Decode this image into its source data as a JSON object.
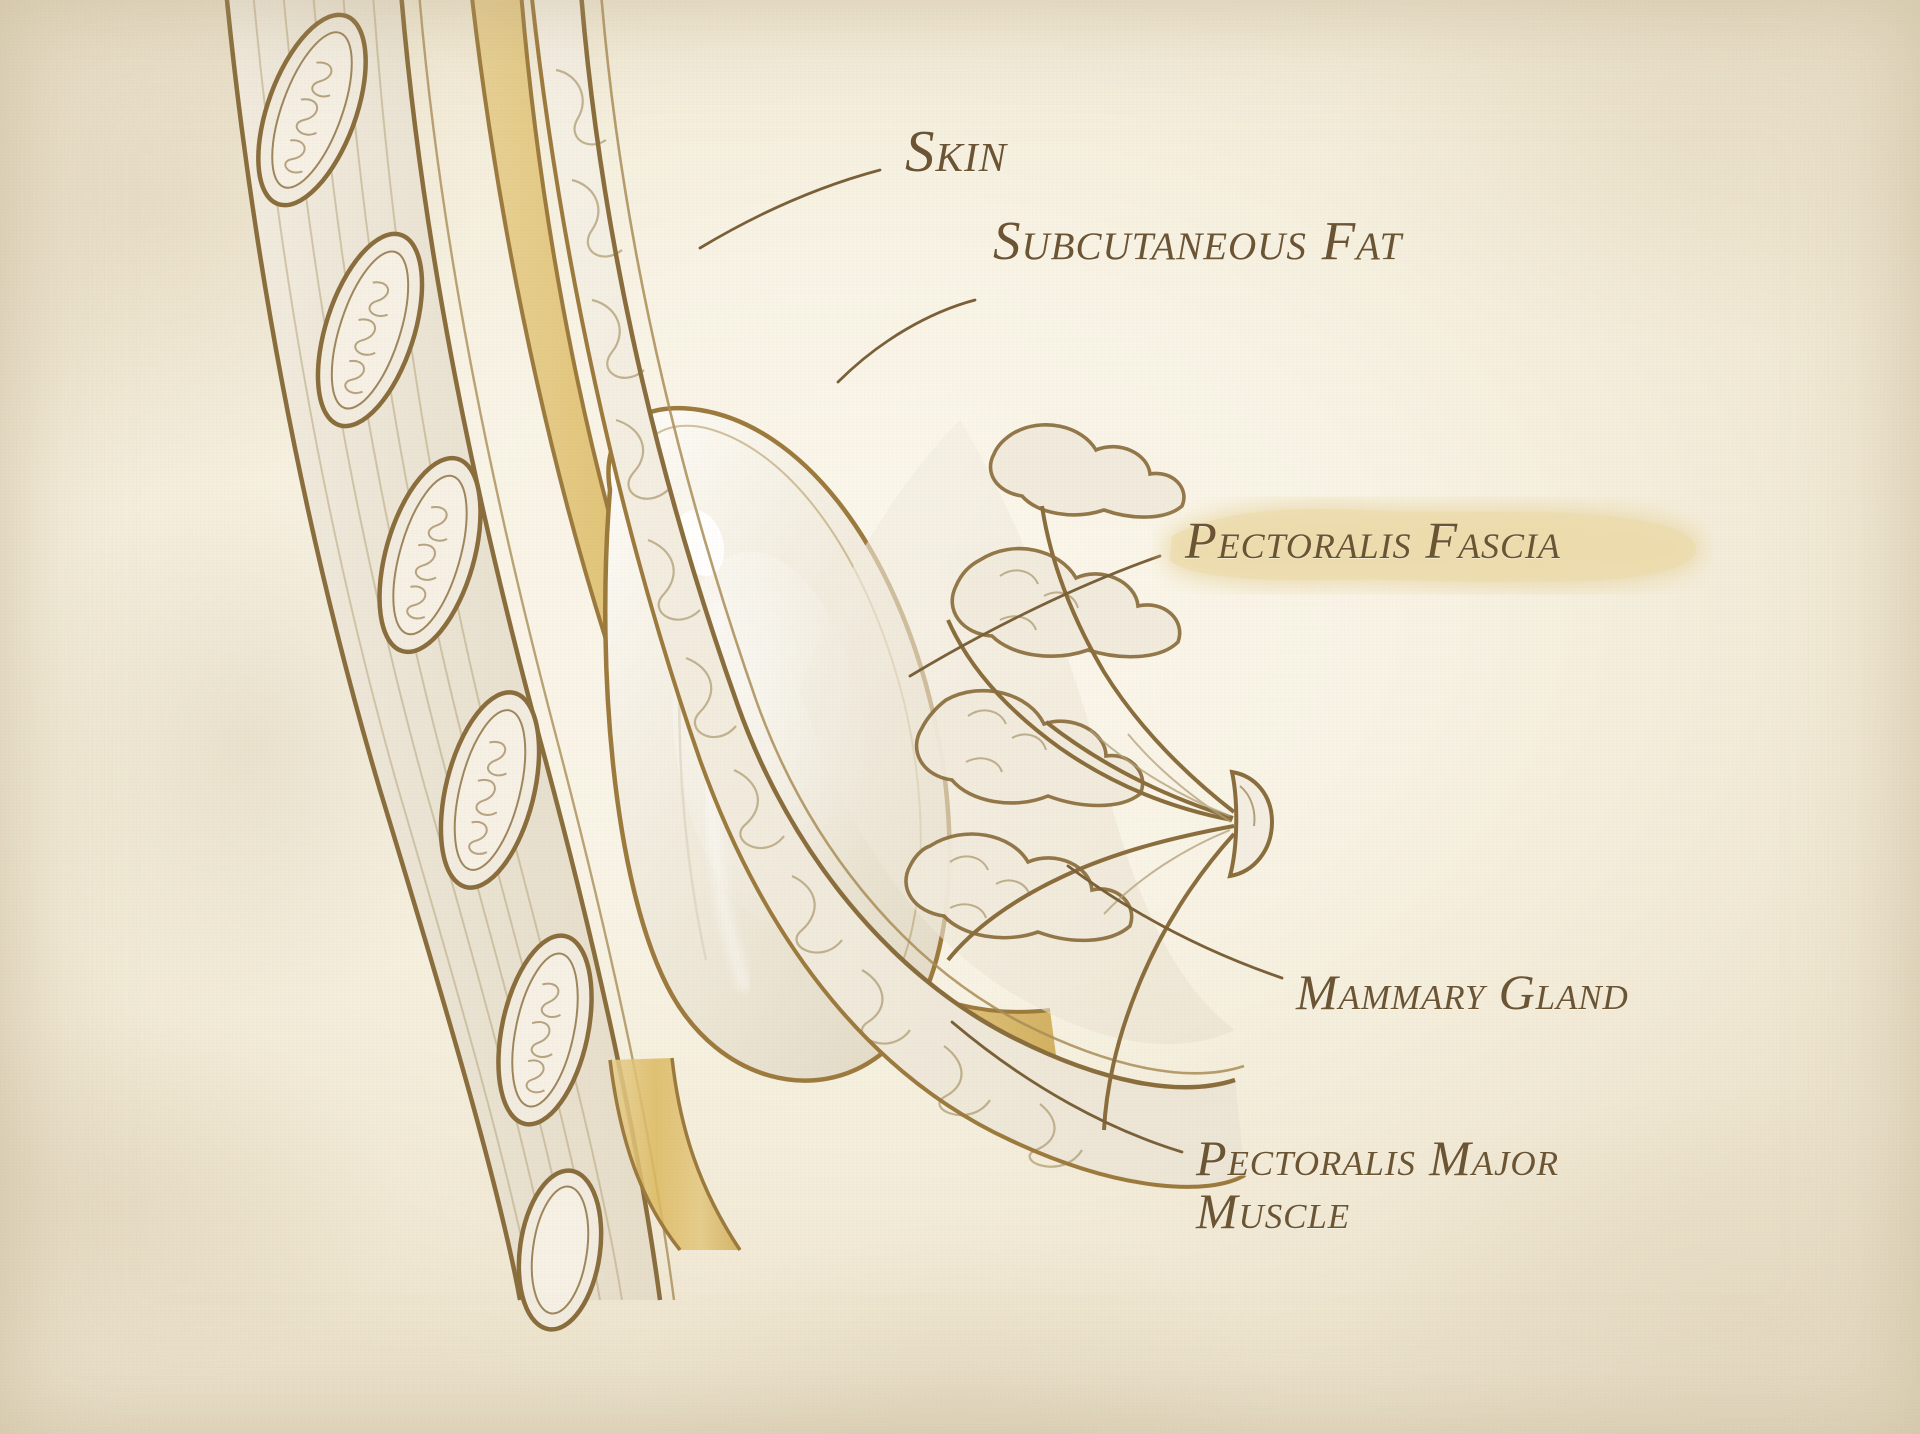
{
  "illustration": {
    "title": "Breast Anatomy Cross-Section (Subfascial Implant Placement)",
    "style": "vintage watercolor medical illustration on aged paper",
    "paper_color": "#f8f3e5",
    "ink_color": "#7a6038",
    "text_color": "#6b5433",
    "fascia_color": "#d9b865",
    "highlight_color": "#ecdcae"
  },
  "labels": {
    "skin": "Skin",
    "subcutaneous_fat": "Subcutaneous Fat",
    "pectoralis_fascia": "Pectoralis Fascia",
    "mammary_gland": "Mammary Gland",
    "pectoralis_major_line1": "Pectoralis Major",
    "pectoralis_major_line2": "Muscle"
  },
  "anatomy_structures": [
    {
      "name": "skin",
      "description": "outermost thin layer line following the breast contour"
    },
    {
      "name": "subcutaneous-fat",
      "description": "lobulated fat tissue beneath the skin"
    },
    {
      "name": "pectoralis-fascia",
      "description": "golden-tan fascia band wrapping the implant",
      "emphasis": "highlighted"
    },
    {
      "name": "mammary-gland",
      "description": "lobulated glandular tissue with ducts converging to the nipple"
    },
    {
      "name": "pectoralis-major-muscle",
      "description": "striated muscle layer along the chest wall"
    },
    {
      "name": "ribs",
      "description": "elongated oval rib cross-sections with cancellous marrow"
    },
    {
      "name": "implant",
      "description": "teardrop-shaped implant with glossy highlight, placed under the fascia"
    },
    {
      "name": "nipple",
      "description": "nipple-areolar complex at the breast apex"
    },
    {
      "name": "inframammary-fold",
      "description": "fold at the lower breast border"
    }
  ],
  "leader_lines": [
    {
      "from": "skin-label",
      "to": "skin-layer"
    },
    {
      "from": "subcutaneous-fat-label",
      "to": "fat-layer"
    },
    {
      "from": "pectoralis-fascia-label",
      "to": "fascia-band"
    },
    {
      "from": "mammary-gland-label",
      "to": "gland-lobules"
    },
    {
      "from": "pectoralis-major-label",
      "to": "muscle-layer"
    }
  ]
}
